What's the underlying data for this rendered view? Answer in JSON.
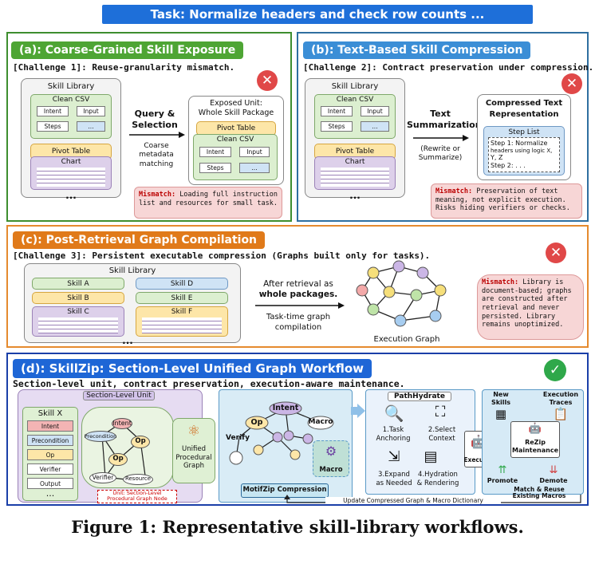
{
  "title": "Task: Normalize headers and check row counts ...",
  "a": {
    "tag": "(a): Coarse-Grained Skill Exposure",
    "challenge": "[Challenge 1]: Reuse-granularity mismatch.",
    "lib_title": "Skill Library",
    "clean_csv": "Clean CSV",
    "intent": "Intent",
    "input": "Input",
    "steps": "Steps",
    "dots": "...",
    "pivot": "Pivot Table",
    "chart": "Chart",
    "ellipsis": "...",
    "query": "Query &",
    "selection": "Selection",
    "coarse": "Coarse",
    "metadata": "metadata",
    "matching": "matching",
    "exposed1": "Exposed Unit:",
    "exposed2": "Whole Skill Package",
    "mis_label": "Mismatch:",
    "mis_text": "Loading full instruction list and resources for small task."
  },
  "b": {
    "tag": "(b): Text-Based Skill Compression",
    "challenge": "[Challenge 2]: Contract preservation under compression.",
    "lib_title": "Skill Library",
    "clean_csv": "Clean CSV",
    "intent": "Intent",
    "input": "Input",
    "steps": "Steps",
    "dots": "...",
    "pivot": "Pivot Table",
    "chart": "Chart",
    "ellipsis": "...",
    "text": "Text",
    "summ": "Summarization",
    "rw1": "(Rewrite or",
    "rw2": "Summarize)",
    "comp1": "Compressed Text",
    "comp2": "Representation",
    "steplist": "Step List",
    "s1": "Step 1: Normalize",
    "s1b": "headers using logic X,",
    "s1c": "Y, Z",
    "s2": "Step 2: . . .",
    "mis_label": "Mismatch:",
    "mis_text": "Preservation of text meaning, not explicit execution. Risks hiding verifiers or checks."
  },
  "c": {
    "tag": "(c): Post-Retrieval Graph Compilation",
    "challenge": "[Challenge 3]: Persistent executable compression (Graphs built only for tasks).",
    "lib_title": "Skill Library",
    "skills": [
      "Skill A",
      "Skill B",
      "Skill C",
      "Skill D",
      "Skill E",
      "Skill F"
    ],
    "ellipsis": "...",
    "after1": "After retrieval as",
    "after2": "whole packages.",
    "tt1": "Task-time graph",
    "tt2": "compilation",
    "exec": "Execution Graph",
    "mis_label": "Mismatch:",
    "mis_text": "Library is document-based; graphs are constructed after retrieval and never persisted. Library remains unoptimized."
  },
  "d": {
    "tag": "(d): SkillZip: Section-Level Unified Graph Workflow",
    "subtitle": "Section-level unit, contract preservation, execution-aware maintenance.",
    "slu": "Section-Level Unit",
    "skillx": "Skill X",
    "rows": [
      "Intent",
      "Precondition",
      "Op",
      "Verifier",
      "Output"
    ],
    "ellipsis": "...",
    "n_intent": "Intent",
    "n_pre": "Precondition",
    "n_op": "Op",
    "n_op2": "Op",
    "n_ver": "Verifier",
    "n_res": "Resource",
    "unit_note1": "Unit: Section-Level",
    "unit_note2": "Procedural Graph Node",
    "upg1": "Unified",
    "upg2": "Procedural",
    "upg3": "Graph",
    "g_intent": "Intent",
    "g_op": "Op",
    "g_macro": "Macro",
    "g_verify": "Verify",
    "g_macro2": "Macro",
    "motif": "MotifZip Compression",
    "ph": "PathHydrate",
    "ph1a": "1.Task",
    "ph1b": "Anchoring",
    "ph2a": "2.Select",
    "ph2b": "Context",
    "ph3a": "3.Expand",
    "ph3b": "as Needed",
    "ph4a": "4.Hydration",
    "ph4b": "& Rendering",
    "executor": "Executor",
    "new1": "New",
    "new2": "Skills",
    "et1": "Execution",
    "et2": "Traces",
    "rz1": "ReZip",
    "rz2": "Maintenance",
    "promote": "Promote",
    "demote": "Demote",
    "mr1": "Match & Reuse",
    "mr2": "Existing Macros",
    "update": "Update Compressed Graph & Macro Dictionary"
  },
  "caption": "Figure 1: Representative skill-library workflows."
}
